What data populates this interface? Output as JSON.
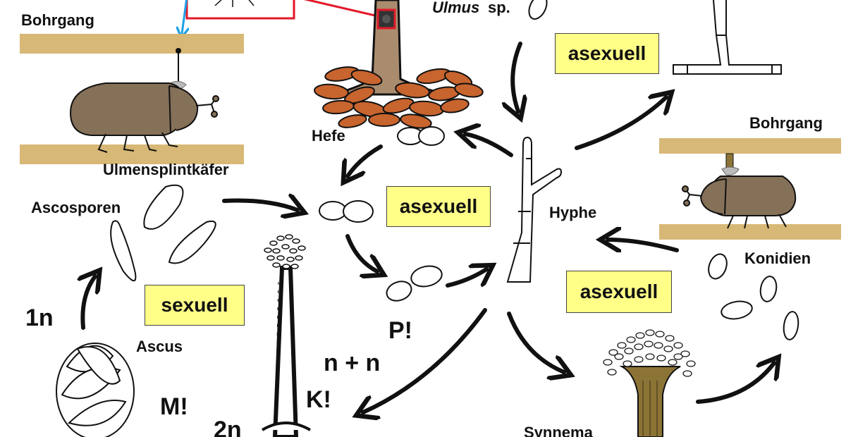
{
  "labels": {
    "bohrgang_left": "Bohrgang",
    "bohrgang_right": "Bohrgang",
    "ulmus_genus": "Ulmus",
    "ulmus_sp": "sp.",
    "hefe": "Hefe",
    "ulmensplintkaefer": "Ulmensplintkäfer",
    "ascosporen": "Ascosporen",
    "hyphe": "Hyphe",
    "konidien": "Konidien",
    "ascus": "Ascus",
    "synnema": "Synnema"
  },
  "badges": {
    "asexuell_top_right": "asexuell",
    "asexuell_center": "asexuell",
    "asexuell_right": "asexuell",
    "sexuell": "sexuell"
  },
  "symbols": {
    "haploid": "1n",
    "diploid": "2n",
    "dikaryon": "n + n",
    "meiosis": "M!",
    "plasmogamy": "P!",
    "karyogamy": "K!"
  },
  "colors": {
    "wood": "#d7b877",
    "beetle": "#857058",
    "bark": "#a98c6e",
    "leaves": "#c8642e",
    "badge": "#ffff88",
    "highlight_red": "#e3182a",
    "pointer_blue": "#1ea1e6",
    "synnema_stalk": "#8c7436"
  }
}
